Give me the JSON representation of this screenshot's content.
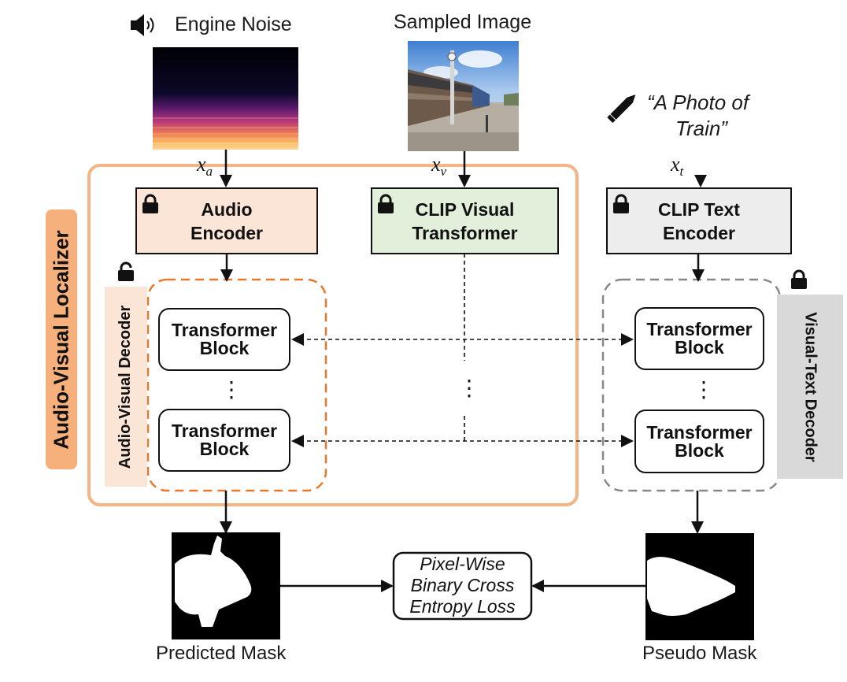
{
  "inputs": {
    "audio_label": "Engine Noise",
    "image_label": "Sampled Image",
    "text_label_line1": "“A Photo of",
    "text_label_line2": "Train”",
    "audio_var": "x",
    "audio_sub": "a",
    "image_var": "x",
    "image_sub": "v",
    "text_var": "x",
    "text_sub": "t"
  },
  "modules": {
    "audio_encoder": [
      "Audio",
      "Encoder"
    ],
    "clip_visual": [
      "CLIP Visual",
      "Transformer"
    ],
    "clip_text": [
      "CLIP Text",
      "Encoder"
    ],
    "transformer_block": [
      "Transformer",
      "Block"
    ],
    "ellipsis": "⋮"
  },
  "groups": {
    "localizer": "Audio-Visual Localizer",
    "av_decoder": "Audio-Visual Decoder",
    "vt_decoder": "Visual-Text Decoder"
  },
  "outputs": {
    "predicted_mask": "Predicted Mask",
    "pseudo_mask": "Pseudo Mask",
    "loss": [
      "Pixel-Wise",
      "Binary Cross",
      "Entropy Loss"
    ]
  },
  "colors": {
    "localizer_border": "#f4b483",
    "localizer_tag": "#f6b07c",
    "av_decoder_border": "#e8782c",
    "av_decoder_tag": "#fbe5d6",
    "vt_decoder_border": "#888888",
    "vt_decoder_tag": "#d9d9d9",
    "audio_encoder_fill": "#fbe5d6",
    "clip_visual_fill": "#e2efda",
    "clip_text_fill": "#ededed"
  },
  "icons": [
    "speaker-icon",
    "pencil-icon",
    "lock-icon",
    "unlock-icon"
  ]
}
